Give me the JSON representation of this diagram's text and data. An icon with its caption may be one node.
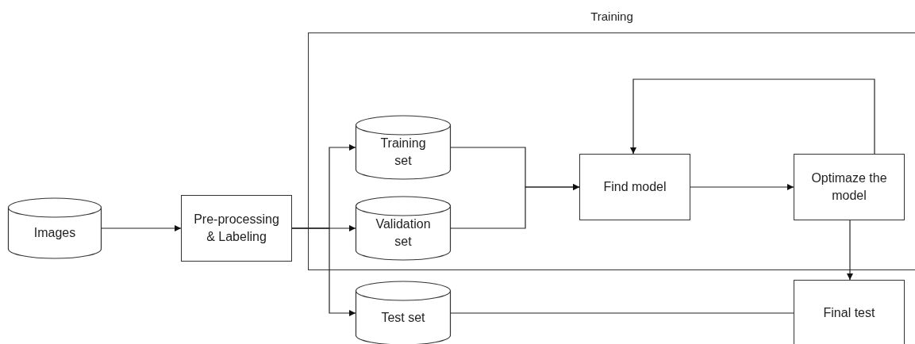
{
  "diagram": {
    "nodes": [
      {
        "text": [
          "Training"
        ]
      },
      {
        "text": [
          "Images"
        ]
      },
      {
        "text": [
          "Pre-processing & Labeling"
        ]
      },
      {
        "text": [
          "Training set"
        ],
        "in": 0
      },
      {
        "text": [
          "Validation set"
        ],
        "in": 0
      },
      {
        "text": [
          "Test set"
        ]
      },
      {
        "text": [
          "Find model"
        ],
        "in": 0
      },
      {
        "text": [
          "Optimaze the model"
        ],
        "in": 0
      },
      {
        "text": [
          "Final test"
        ]
      }
    ],
    "edges": [
      {
        "from": 1,
        "to": 2,
        "arrow": "to"
      },
      {
        "from": 2,
        "to": 3,
        "arrow": "to"
      },
      {
        "from": 2,
        "to": 4,
        "arrow": "to"
      },
      {
        "from": 2,
        "to": 5,
        "arrow": "to"
      },
      {
        "from": 3,
        "to": 6,
        "arrow": "to"
      },
      {
        "from": 4,
        "to": 6,
        "arrow": "to"
      },
      {
        "from": 6,
        "to": 7,
        "arrow": "to"
      },
      {
        "from": 7,
        "to": 6,
        "arrow": "to"
      },
      {
        "from": 7,
        "to": 8,
        "arrow": "to"
      },
      {
        "from": 5,
        "to": 8,
        "arrow": "none"
      }
    ]
  }
}
